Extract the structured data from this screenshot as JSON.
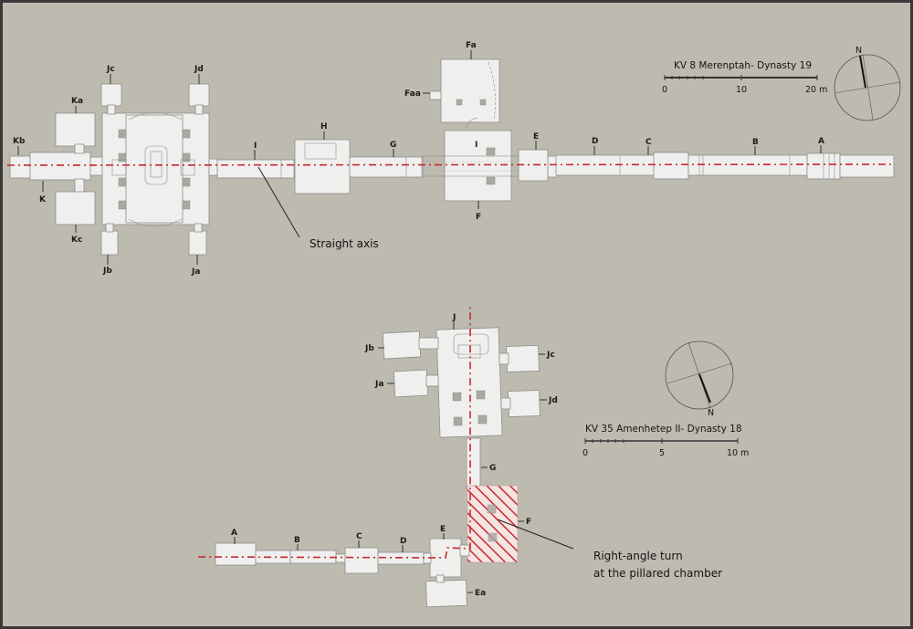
{
  "colors": {
    "background": "#bdbab0",
    "frame": "#3a3938",
    "room_fill": "#efefed",
    "axis_line": "#c8282c",
    "highlight_hatch": "#c8282c"
  },
  "kv8": {
    "title": "KV 8 Merenptah- Dynasty 19",
    "scale": {
      "ticks": [
        "0",
        "10",
        "20 m"
      ]
    },
    "compass_label": "N",
    "annotation": "Straight axis",
    "labels": {
      "Kb": "Kb",
      "K": "K",
      "Ka": "Ka",
      "Kc": "Kc",
      "Jc": "Jc",
      "Jd": "Jd",
      "Jb": "Jb",
      "Ja": "Ja",
      "I": "I",
      "H": "H",
      "G": "G",
      "Fa": "Fa",
      "Faa": "Faa",
      "F_upper": "I",
      "F": "F",
      "E": "E",
      "D": "D",
      "C": "C",
      "B": "B",
      "A": "A"
    }
  },
  "kv35": {
    "title": "KV 35 Amenhetep II- Dynasty 18",
    "scale": {
      "ticks": [
        "0",
        "5",
        "10 m"
      ]
    },
    "compass_label": "N",
    "annotation_line1": "Right-angle turn",
    "annotation_line2": "at the pillared chamber",
    "labels": {
      "J": "J",
      "Jb": "Jb",
      "Jc": "Jc",
      "Ja": "Ja",
      "Jd": "Jd",
      "G": "G",
      "F": "F",
      "E": "E",
      "Ea": "Ea",
      "A": "A",
      "B": "B",
      "C": "C",
      "D": "D"
    }
  }
}
